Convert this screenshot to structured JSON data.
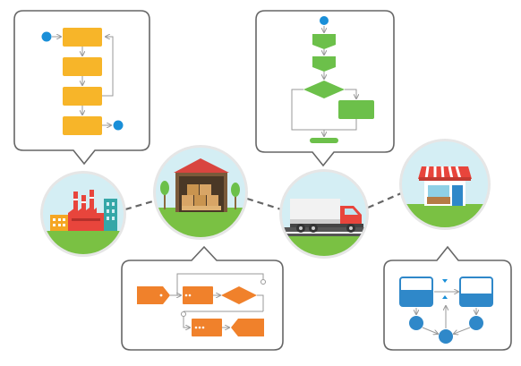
{
  "scene": {
    "stages": [
      {
        "id": "factory",
        "icon": "factory-icon"
      },
      {
        "id": "warehouse",
        "icon": "warehouse-icon"
      },
      {
        "id": "truck",
        "icon": "truck-icon"
      },
      {
        "id": "store",
        "icon": "store-icon"
      }
    ],
    "callouts": [
      {
        "id": "factory-flowchart",
        "content": "vertical-process-flow-with-loop"
      },
      {
        "id": "warehouse-flowchart",
        "content": "horizontal-process-flow-with-decision"
      },
      {
        "id": "truck-flowchart",
        "content": "flow-with-decision-branch"
      },
      {
        "id": "store-flowchart",
        "content": "tank-level-cycle"
      }
    ]
  },
  "colors": {
    "ring": "#e6e6e6",
    "sky": "#d4eef4",
    "grass": "#7ac143",
    "flow_orange": "#f7b529",
    "flow_green": "#6cc04a",
    "flow_dark_orange": "#f0812b",
    "flow_blue": "#1a8fd8",
    "tank_blue": "#2f88c9",
    "callout_stroke": "#666666",
    "connector": "#666666"
  }
}
